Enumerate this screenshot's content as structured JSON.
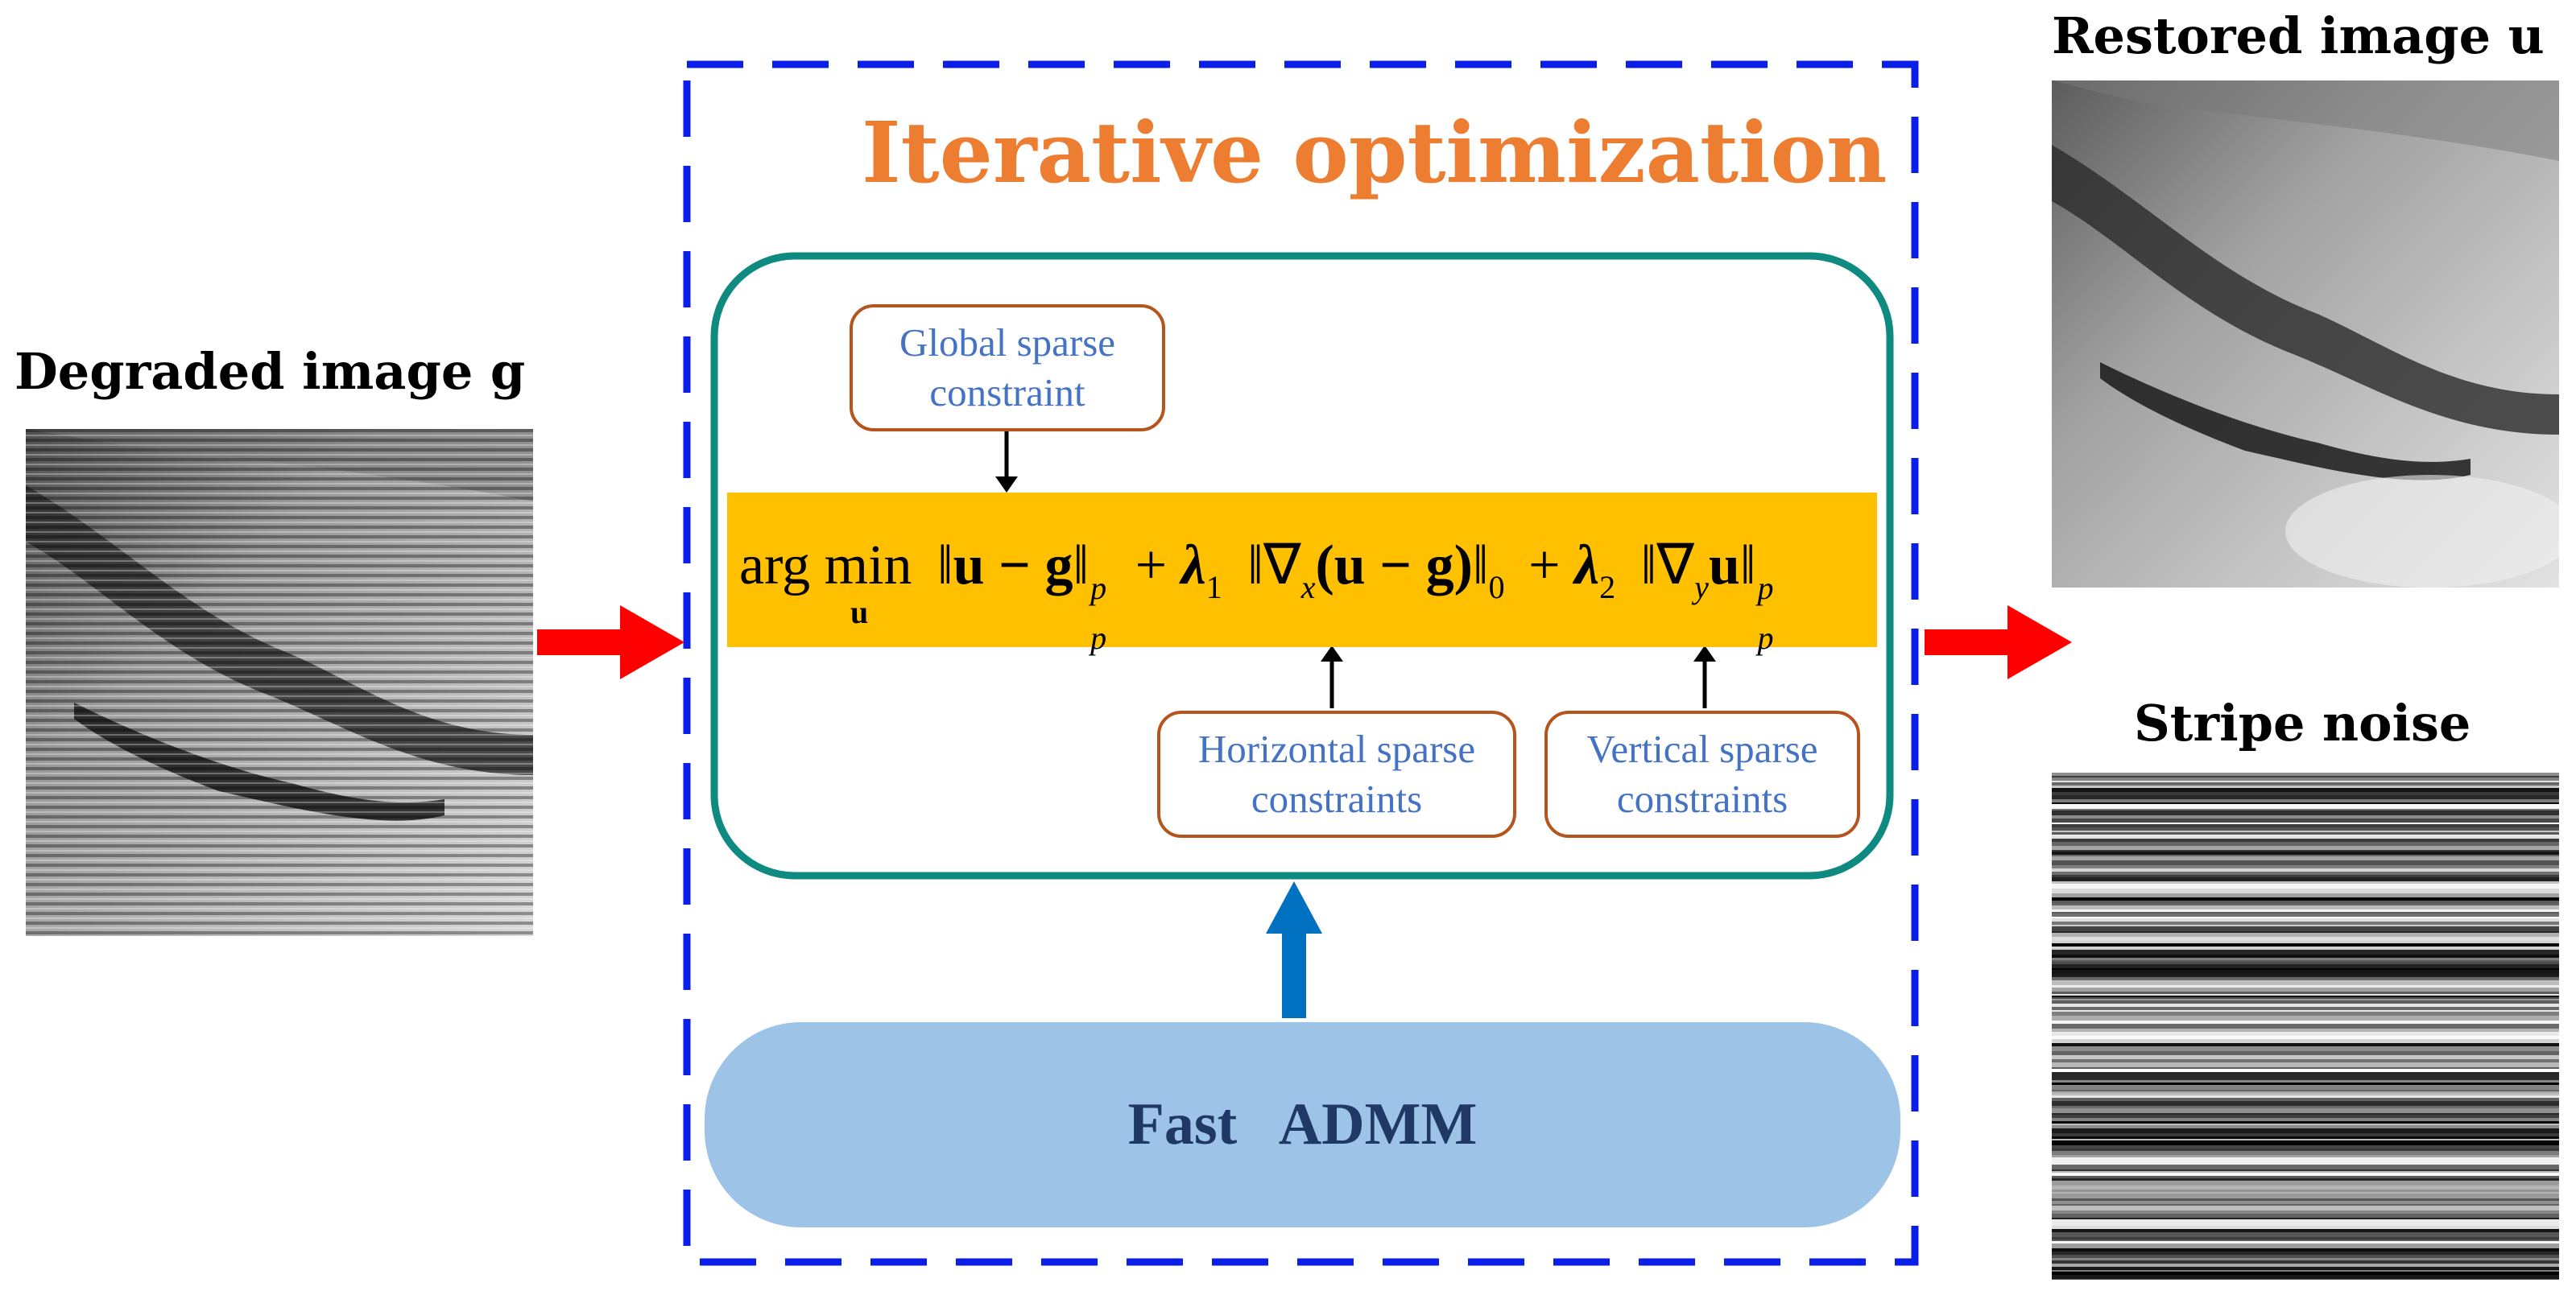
{
  "labels": {
    "degraded": "Degraded image  g",
    "restored": "Restored image  u",
    "stripe": "Stripe noise",
    "title": "Iterative optimization"
  },
  "callouts": {
    "global": [
      "Global sparse",
      "constraint"
    ],
    "horizontal": [
      "Horizontal sparse",
      "constraints"
    ],
    "vertical": [
      "Vertical sparse",
      "constraints"
    ]
  },
  "formula": {
    "argmin": "arg min",
    "argmin_sub": "u",
    "term1": "u − g",
    "term1_sup": "p",
    "term1_sub": "p",
    "plus1": "+",
    "lambda1": "λ",
    "lambda1_sub": "1",
    "nabla_x": "∇",
    "nabla_x_sub": "x",
    "term2": "(u − g)",
    "term2_sub": "0",
    "plus2": "+",
    "lambda2": "λ",
    "lambda2_sub": "2",
    "nabla_y": "∇",
    "nabla_y_sub": "y",
    "term3": "u",
    "term3_sup": "p",
    "term3_sub": "p"
  },
  "solver": "Fast   ADMM",
  "colors": {
    "dashed_frame": "#0b1ee8",
    "inner_frame": "#0e8a80",
    "title": "#ed7d31",
    "formula_bar": "#ffc000",
    "arrow_red": "#ff0000",
    "arrow_blue": "#0070c0",
    "solver_fill": "#9dc3e6",
    "solver_text": "#1f3864",
    "callout_border": "#b5541c",
    "callout_text": "#4472c4"
  }
}
